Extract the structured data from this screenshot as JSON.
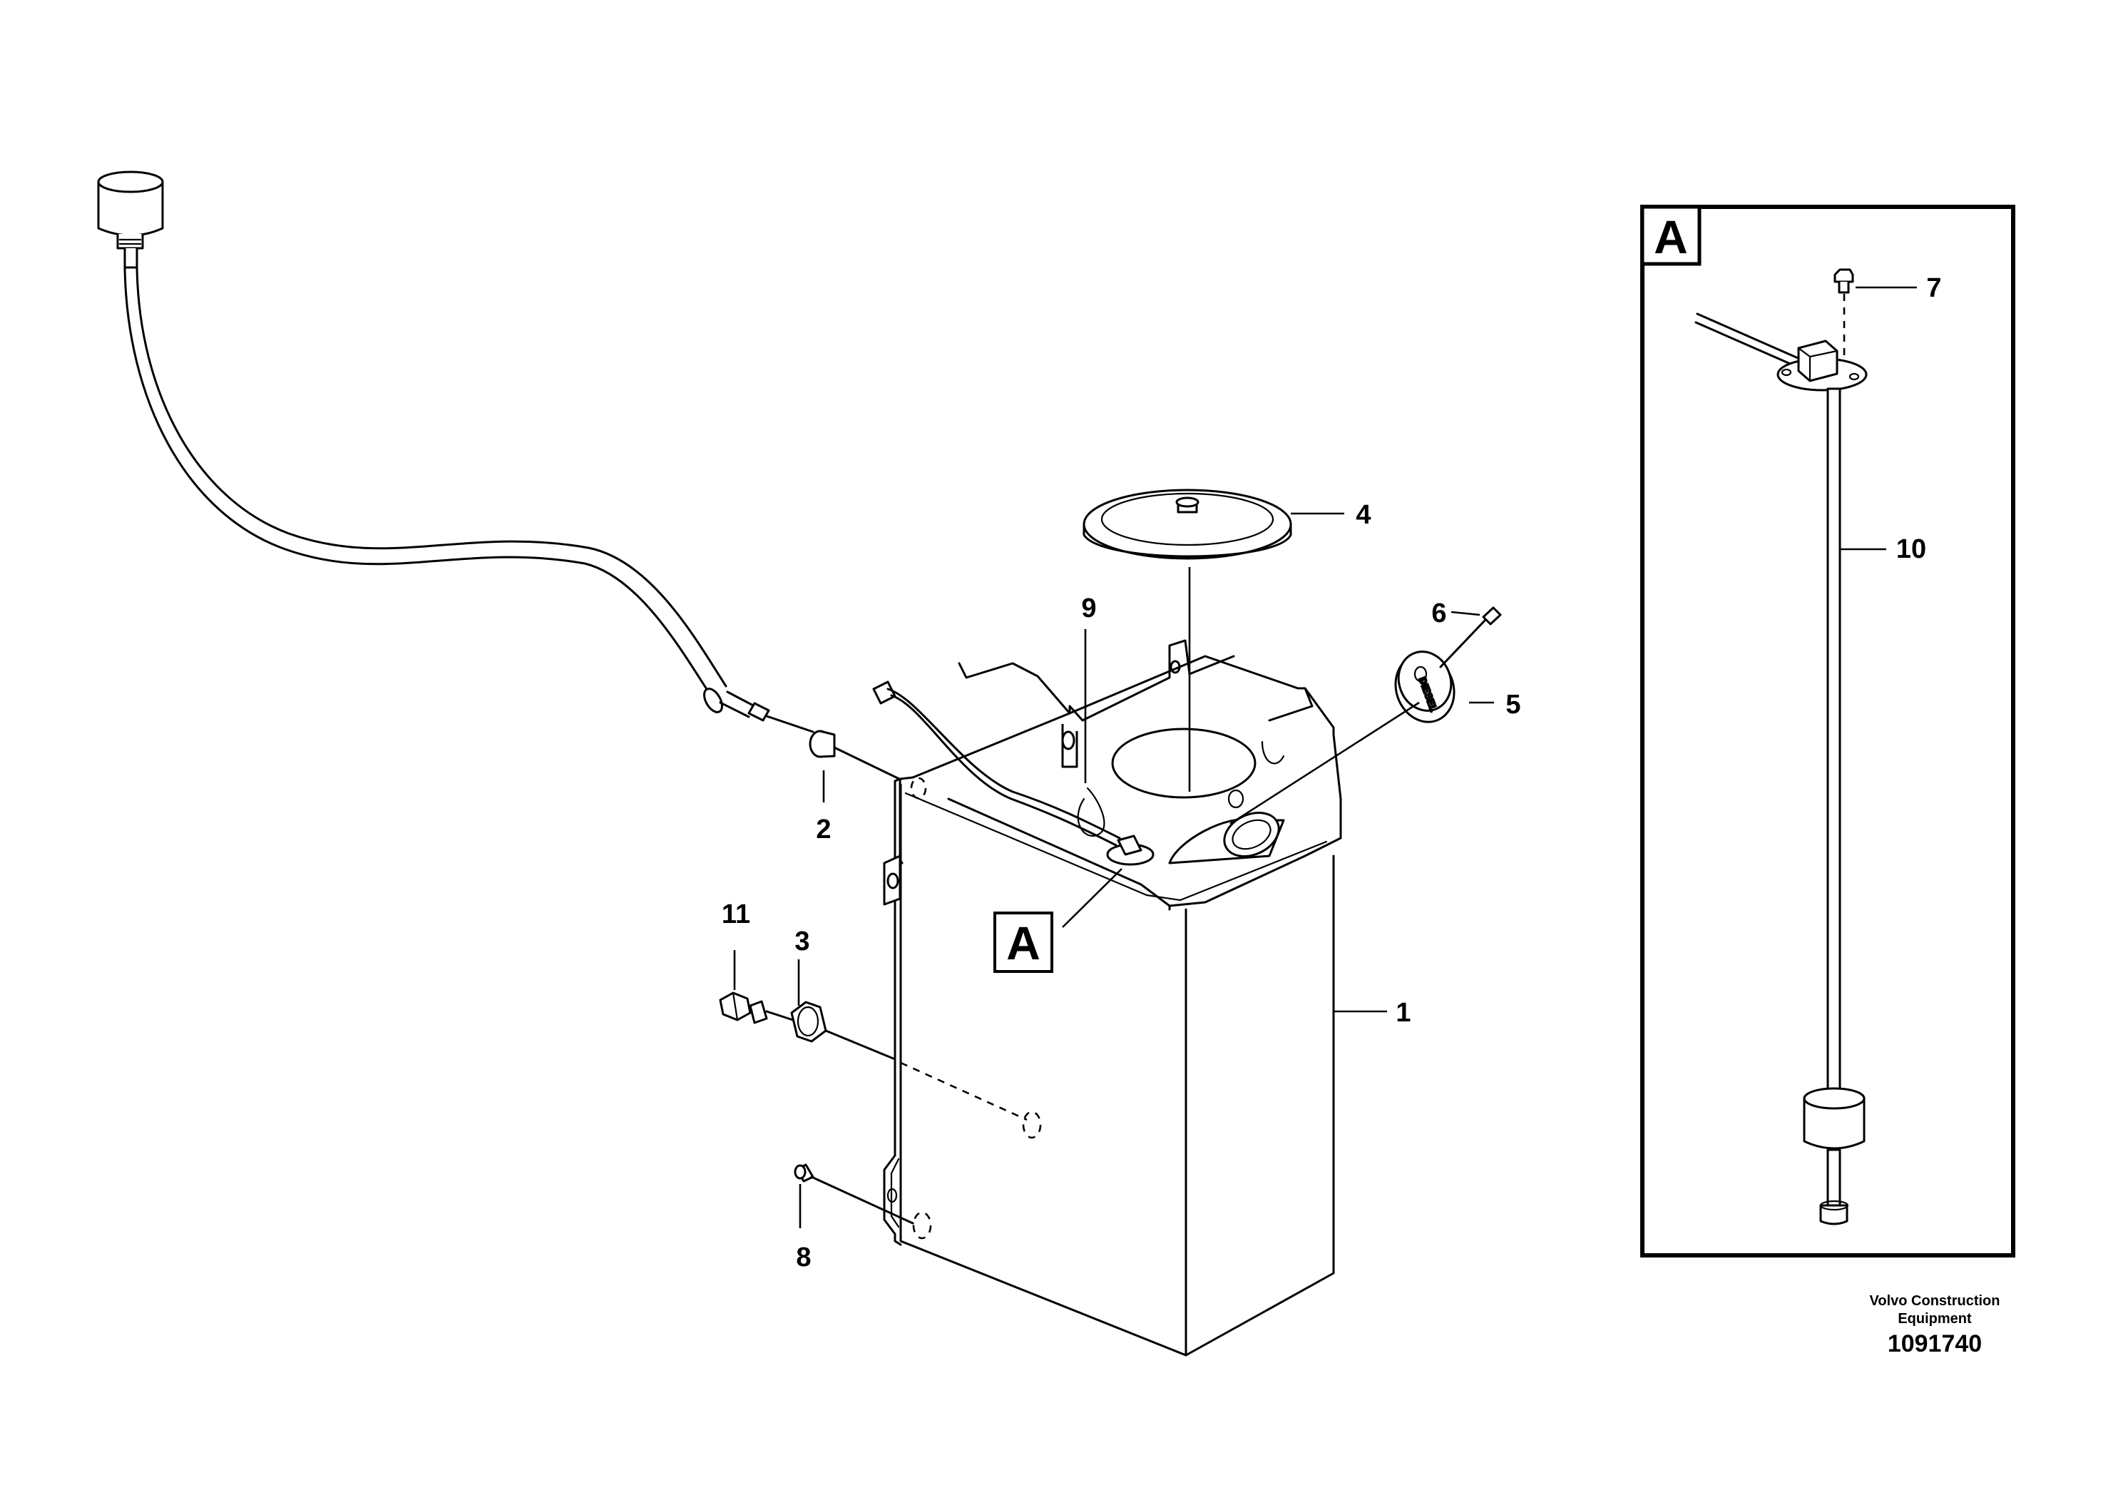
{
  "callouts": {
    "c1": "1",
    "c2": "2",
    "c3": "3",
    "c4": "4",
    "c5": "5",
    "c6": "6",
    "c7": "7",
    "c8": "8",
    "c9": "9",
    "c10": "10",
    "c11": "11"
  },
  "detail_marker": "A",
  "detail_box_label": "A",
  "cap_lettering": "DIESEL",
  "footer": {
    "company_line1": "Volvo Construction",
    "company_line2": "Equipment",
    "drawing_number": "1091740"
  }
}
